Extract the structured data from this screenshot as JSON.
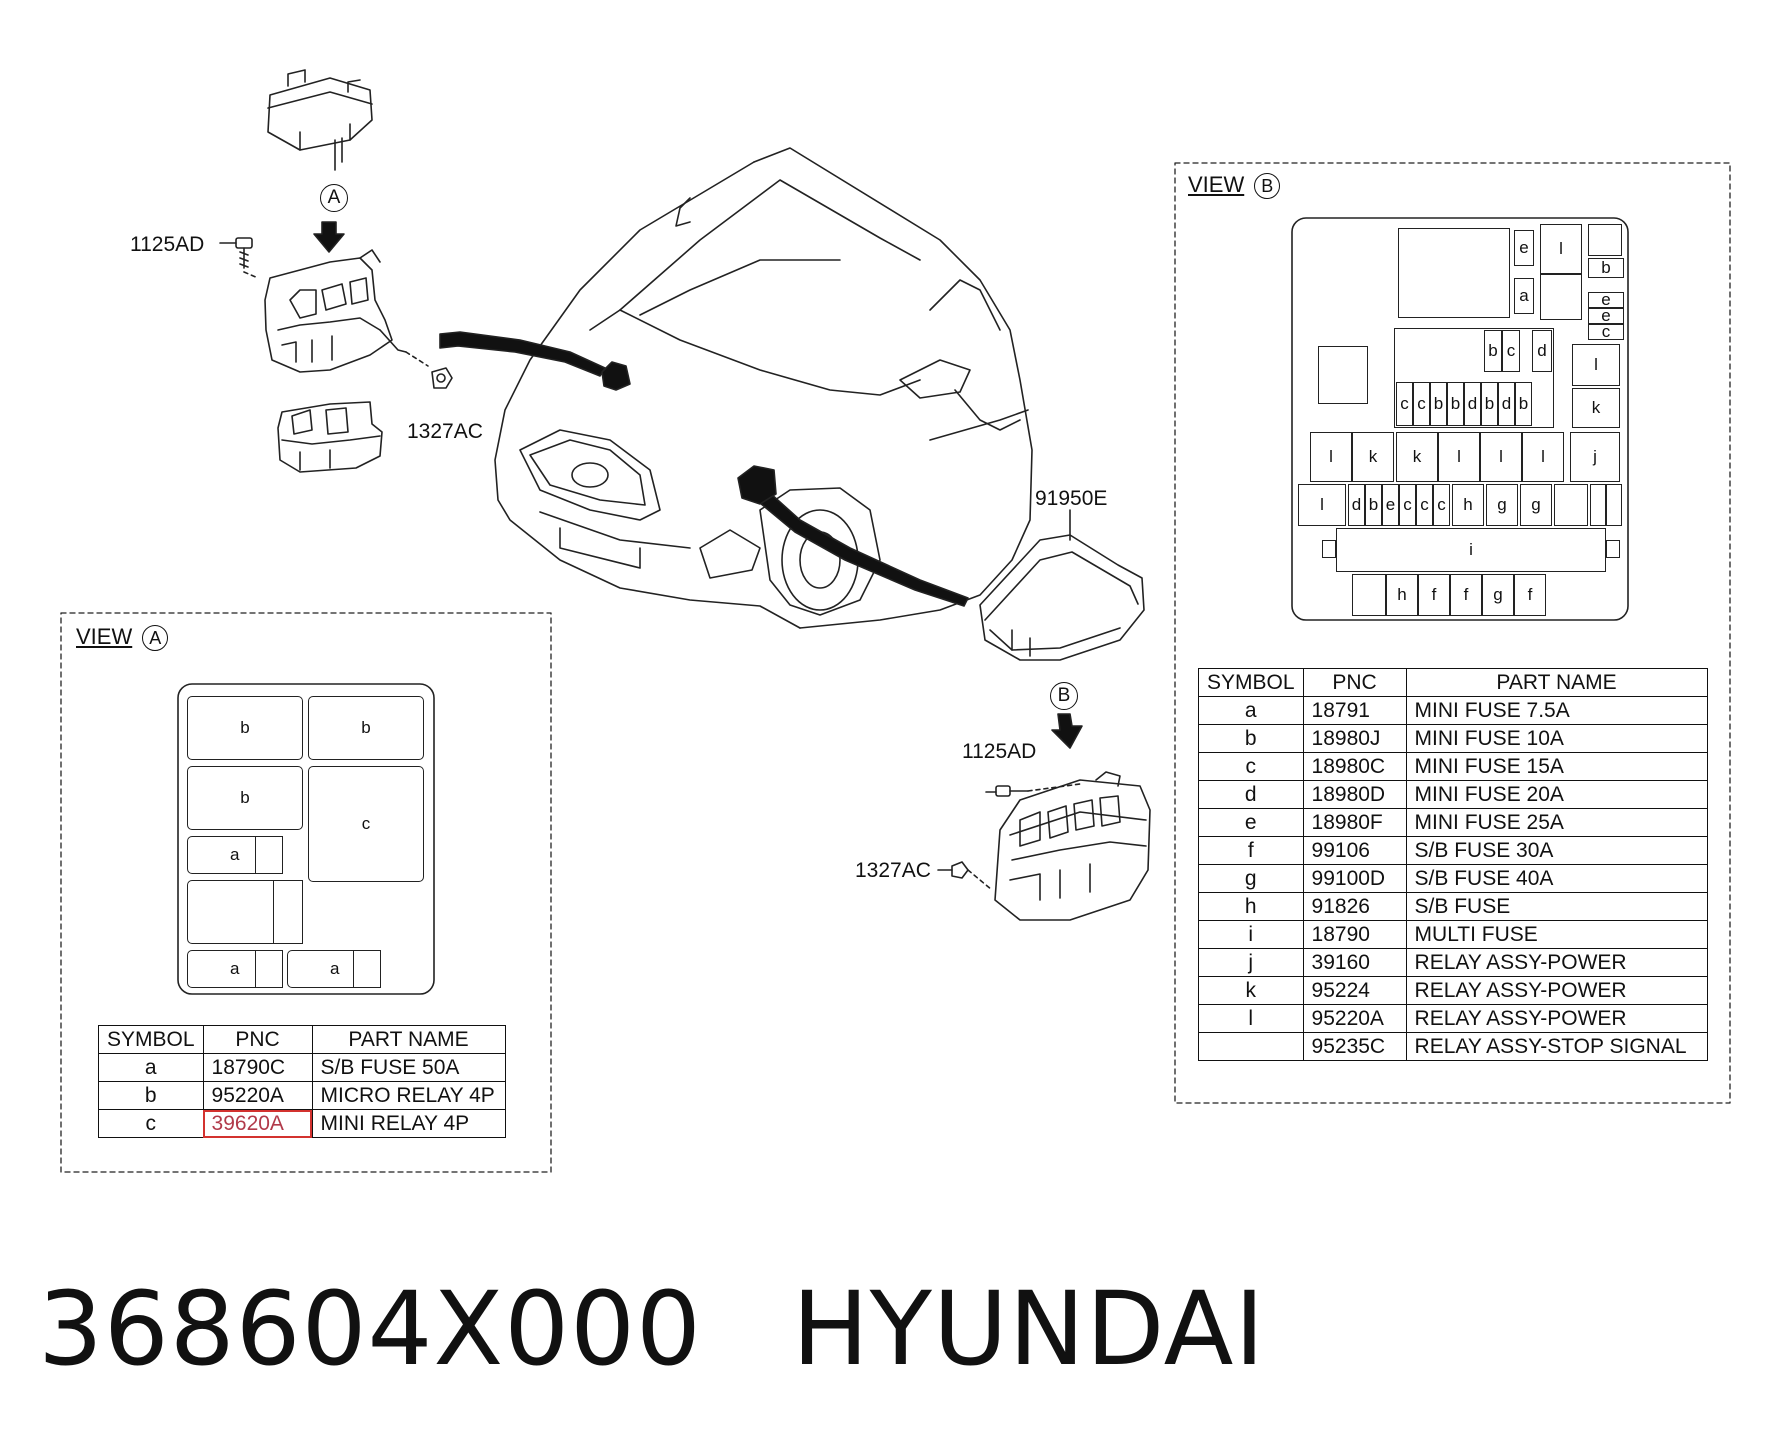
{
  "callouts": {
    "top_bolt": "1125AD",
    "top_nut": "1327AC",
    "marker_a": "A",
    "marker_b": "B",
    "box_cover": "91950E",
    "right_bolt": "1125AD",
    "right_nut": "1327AC"
  },
  "view_a": {
    "title_prefix": "VIEW",
    "title_letter": "A",
    "cells": {
      "b1": "b",
      "b2": "b",
      "b3": "b",
      "c1": "c",
      "a1": "a",
      "a2": "a",
      "a3": "a"
    },
    "table": {
      "headers": [
        "SYMBOL",
        "PNC",
        "PART NAME"
      ],
      "rows": [
        {
          "symbol": "a",
          "pnc": "18790C",
          "name": "S/B FUSE 50A"
        },
        {
          "symbol": "b",
          "pnc": "95220A",
          "name": "MICRO RELAY 4P"
        },
        {
          "symbol": "c",
          "pnc": "39620A",
          "name": "MINI RELAY 4P"
        }
      ]
    }
  },
  "view_b": {
    "title_prefix": "VIEW",
    "title_letter": "B",
    "cells": {
      "r1_e": "e",
      "r1_l": "l",
      "r1_a": "a",
      "r1_b": "b",
      "r1_e2": "e",
      "r1_e3": "e",
      "r1_c": "c",
      "r2_b": "b",
      "r2_c": "c",
      "r2_d": "d",
      "r3_c1": "c",
      "r3_c2": "c",
      "r3_b1": "b",
      "r3_b2": "b",
      "r3_d1": "d",
      "r3_b3": "b",
      "r3_d2": "d",
      "r3_b4": "b",
      "s_l": "l",
      "s_k": "k",
      "r4_l1": "l",
      "r4_k1": "k",
      "r4_k2": "k",
      "r4_l2": "l",
      "r4_l3": "l",
      "r4_l4": "l",
      "r4_j": "j",
      "r5_l": "l",
      "r5_d": "d",
      "r5_b": "b",
      "r5_e": "e",
      "r5_c1": "c",
      "r5_c2": "c",
      "r5_c3": "c",
      "r5_h": "h",
      "r5_g1": "g",
      "r5_g2": "g",
      "r6_i": "i",
      "r7_h": "h",
      "r7_f1": "f",
      "r7_f2": "f",
      "r7_g": "g",
      "r7_f3": "f"
    },
    "table": {
      "headers": [
        "SYMBOL",
        "PNC",
        "PART NAME"
      ],
      "rows": [
        {
          "symbol": "a",
          "pnc": "18791",
          "name": "MINI FUSE 7.5A"
        },
        {
          "symbol": "b",
          "pnc": "18980J",
          "name": "MINI FUSE 10A"
        },
        {
          "symbol": "c",
          "pnc": "18980C",
          "name": "MINI FUSE 15A"
        },
        {
          "symbol": "d",
          "pnc": "18980D",
          "name": "MINI FUSE 20A"
        },
        {
          "symbol": "e",
          "pnc": "18980F",
          "name": "MINI FUSE 25A"
        },
        {
          "symbol": "f",
          "pnc": "99106",
          "name": "S/B FUSE 30A"
        },
        {
          "symbol": "g",
          "pnc": "99100D",
          "name": "S/B FUSE 40A"
        },
        {
          "symbol": "h",
          "pnc": "91826",
          "name": "S/B FUSE"
        },
        {
          "symbol": "i",
          "pnc": "18790",
          "name": "MULTI FUSE"
        },
        {
          "symbol": "j",
          "pnc": "39160",
          "name": "RELAY ASSY-POWER"
        },
        {
          "symbol": "k",
          "pnc": "95224",
          "name": "RELAY ASSY-POWER"
        },
        {
          "symbol": "l",
          "pnc": "95220A",
          "name": "RELAY ASSY-POWER"
        },
        {
          "symbol": "",
          "pnc": "95235C",
          "name": "RELAY ASSY-STOP SIGNAL"
        }
      ]
    }
  },
  "footer": {
    "part_number": "368604X000",
    "brand": "HYUNDAI"
  }
}
